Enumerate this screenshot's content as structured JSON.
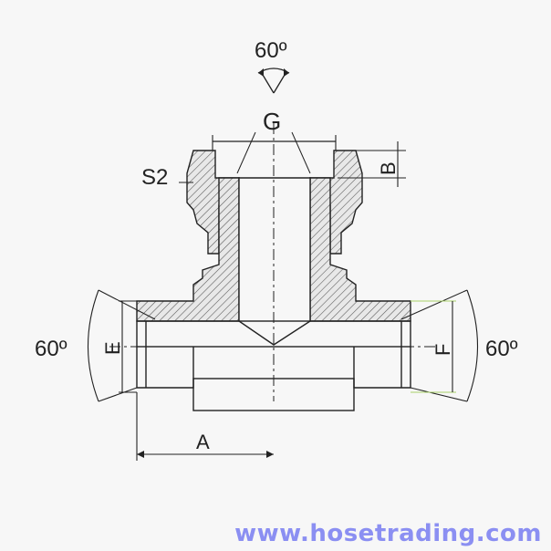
{
  "drawing": {
    "labels": {
      "angle_top": "60º",
      "angle_left": "60º",
      "angle_right": "60º",
      "thread_g": "G",
      "hex_s2": "S2",
      "dim_b": "B",
      "dim_e": "E",
      "dim_f": "F",
      "dim_a": "A"
    },
    "colors": {
      "line": "#222222",
      "hatch": "#555555",
      "dim_highlight": "#a8d06a"
    }
  },
  "watermark": {
    "text": "www.hosetrading.com",
    "color": "#8b8ff2"
  }
}
